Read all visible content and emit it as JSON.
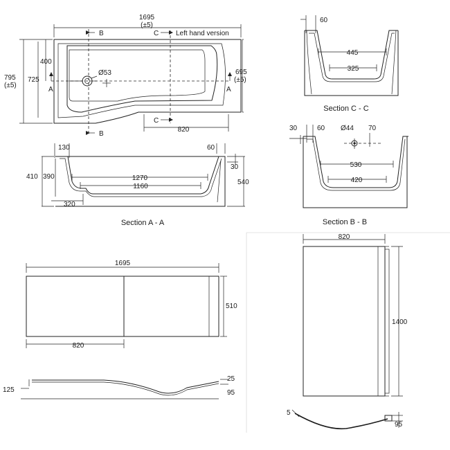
{
  "plan_view": {
    "overall_length": "1695",
    "tolerance_length": "(±5)",
    "section_b_marker": "B",
    "section_c_marker": "C",
    "orientation_note": "Left hand version",
    "inner_offset": "400",
    "total_width": "795",
    "total_width_tol": "(±5)",
    "inner_width": "725",
    "end_width": "695",
    "end_width_tol": "(±5)",
    "waste_diameter": "Ø53",
    "section_a_marker": "A",
    "end_length": "820"
  },
  "section_cc": {
    "wall": "60",
    "top_inner": "445",
    "bottom_inner": "325",
    "caption": "Section C - C"
  },
  "section_bb": {
    "rim": "30",
    "wall": "60",
    "hole_diameter": "Ø44",
    "hole_offset": "70",
    "top_inner": "530",
    "bottom_inner": "420",
    "caption": "Section B - B"
  },
  "section_aa": {
    "rim_left": "130",
    "rim_right": "60",
    "rim_height": "30",
    "overall_height": "410",
    "inner_depth": "390",
    "total_height": "540",
    "top_length": "1270",
    "bottom_length": "1160",
    "waste_offset": "320",
    "caption": "Section A - A"
  },
  "front_panel": {
    "length": "1695",
    "height": "510",
    "end_length": "820",
    "curve_depth": "125",
    "end_return": "25",
    "end_depth": "95"
  },
  "screen": {
    "width": "820",
    "height": "1400",
    "rotation_gap": "5",
    "profile_depth": "95"
  }
}
